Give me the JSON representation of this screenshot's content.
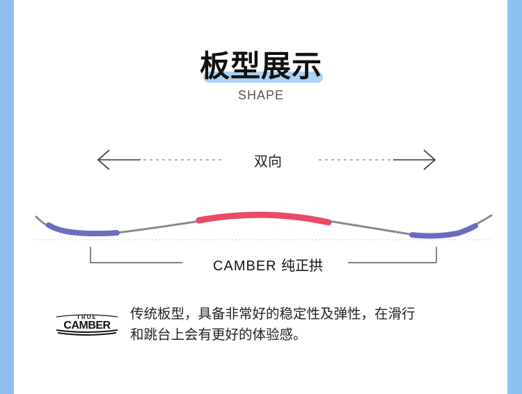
{
  "header": {
    "title": "板型展示",
    "subtitle": "SHAPE"
  },
  "direction": {
    "label": "双向"
  },
  "profile": {
    "label_en": "CAMBER",
    "label_cn": "纯正拱",
    "colors": {
      "tip_tail": "#6b6cc0",
      "center": "#ea4a63",
      "base": "#8a8a8a"
    }
  },
  "logo": {
    "text_top": "TRUE",
    "text_main": "CAMBER"
  },
  "description": {
    "line1": "传统板型，具备非常好的稳定性及弹性，在滑行",
    "line2": "和跳台上会有更好的体验感。"
  },
  "colors": {
    "side_bar": "#8fc0f2",
    "title_highlight": "#a9d3f7"
  }
}
